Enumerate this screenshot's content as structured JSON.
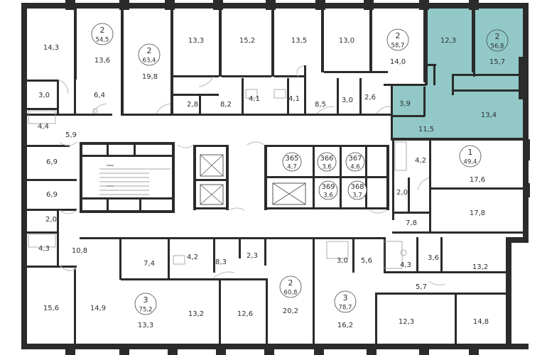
{
  "highlight_color": "#7fbfbe",
  "units": [
    {
      "id": "u1",
      "rooms": "2",
      "area": "54,5"
    },
    {
      "id": "u2",
      "rooms": "2",
      "area": "63,4"
    },
    {
      "id": "u3",
      "rooms": "2",
      "area": "58,7"
    },
    {
      "id": "u4",
      "rooms": "2",
      "area": "56,8"
    },
    {
      "id": "u5",
      "rooms": "1",
      "area": "49,4"
    },
    {
      "id": "u6",
      "rooms": "3",
      "area": "75,2"
    },
    {
      "id": "u7",
      "rooms": "2",
      "area": "60,8"
    },
    {
      "id": "u8",
      "rooms": "3",
      "area": "78,7"
    },
    {
      "id": "s365",
      "rooms": "365",
      "area": "4,7"
    },
    {
      "id": "s366",
      "rooms": "366",
      "area": "3,6"
    },
    {
      "id": "s367",
      "rooms": "367",
      "area": "4,6"
    },
    {
      "id": "s369",
      "rooms": "369",
      "area": "3,6"
    },
    {
      "id": "s368",
      "rooms": "368",
      "area": "3,7"
    }
  ],
  "rooms": [
    "14,3",
    "13,6",
    "19,8",
    "13,3",
    "15,2",
    "13,5",
    "13,0",
    "14,0",
    "12,3",
    "15,7",
    "3,0",
    "6,4",
    "2,8",
    "8,2",
    "4,1",
    "4,1",
    "8,5",
    "3,0",
    "2,6",
    "3,9",
    "11,5",
    "13,4",
    "4,4",
    "5,9",
    "6,9",
    "6,9",
    "4,2",
    "17,6",
    "2,0",
    "17,8",
    "2,0",
    "7,8",
    "4,3",
    "10,8",
    "7,4",
    "4,2",
    "8,3",
    "2,3",
    "3,0",
    "5,6",
    "4,3",
    "3,6",
    "13,2",
    "5,7",
    "15,6",
    "14,9",
    "13,3",
    "13,2",
    "12,6",
    "20,2",
    "16,2",
    "12,3",
    "14,8"
  ]
}
